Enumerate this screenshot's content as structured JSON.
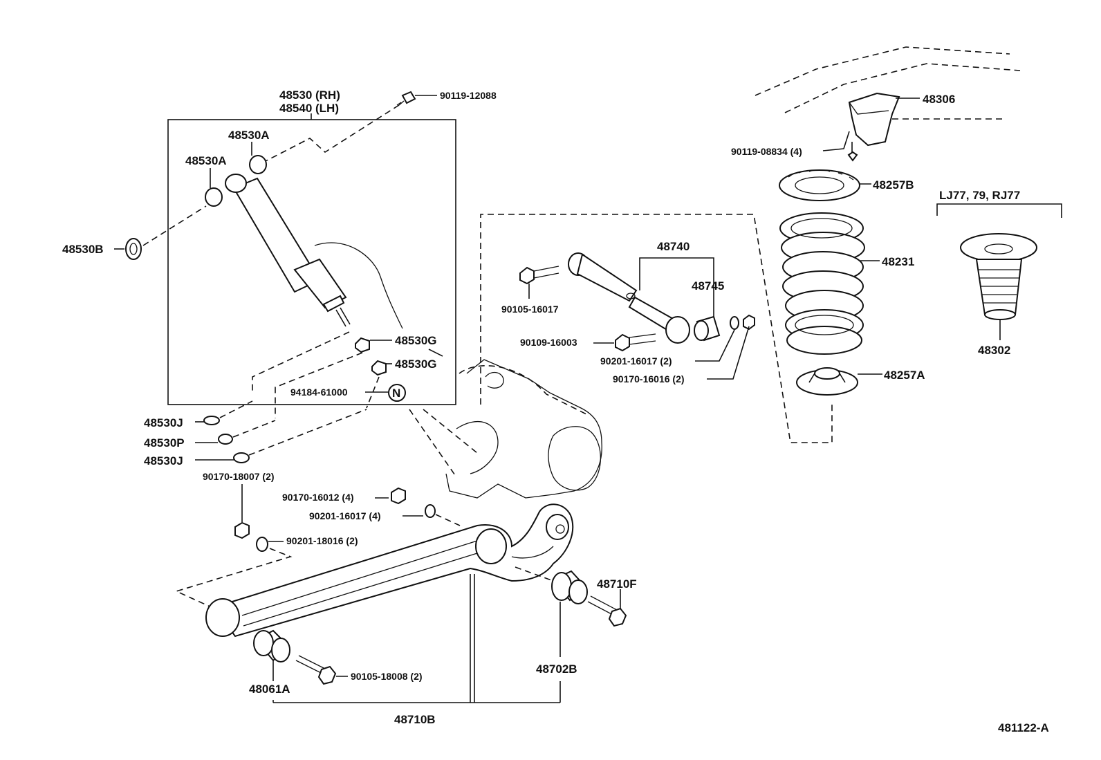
{
  "diagram_code": "481122-A",
  "variant_label": "LJ77, 79, RJ77",
  "parts": {
    "shock_rh": "48530 (RH)",
    "shock_lh": "48540 (LH)",
    "bolt_top": "90119-12088",
    "bushing_a1": "48530A",
    "bushing_a2": "48530A",
    "bushing_b": "48530B",
    "bushing_g1": "48530G",
    "bushing_g2": "48530G",
    "nut_n": "94184-61000",
    "n_mark": "N",
    "washer_j1": "48530J",
    "washer_p": "48530P",
    "washer_j2": "48530J",
    "nut_18007": "90170-18007 (2)",
    "nut_16012": "90170-16012 (4)",
    "washer_16017": "90201-16017 (4)",
    "washer_18016": "90201-18016 (2)",
    "bolt_18008": "90105-18008 (2)",
    "bushing_48061a": "48061A",
    "arm_48710b": "48710B",
    "bushing_48702b": "48702B",
    "bushing_48710f": "48710F",
    "control_rod": "48740",
    "rod_bushing": "48745",
    "bolt_16017": "90105-16017",
    "bolt_16003": "90109-16003",
    "washer_rod": "90201-16017 (2)",
    "nut_rod": "90170-16016 (2)",
    "bumper_bracket": "48306",
    "bolt_08834": "90119-08834 (4)",
    "insulator_upper": "48257B",
    "coil_spring": "48231",
    "insulator_lower": "48257A",
    "bumper_48302": "48302"
  }
}
